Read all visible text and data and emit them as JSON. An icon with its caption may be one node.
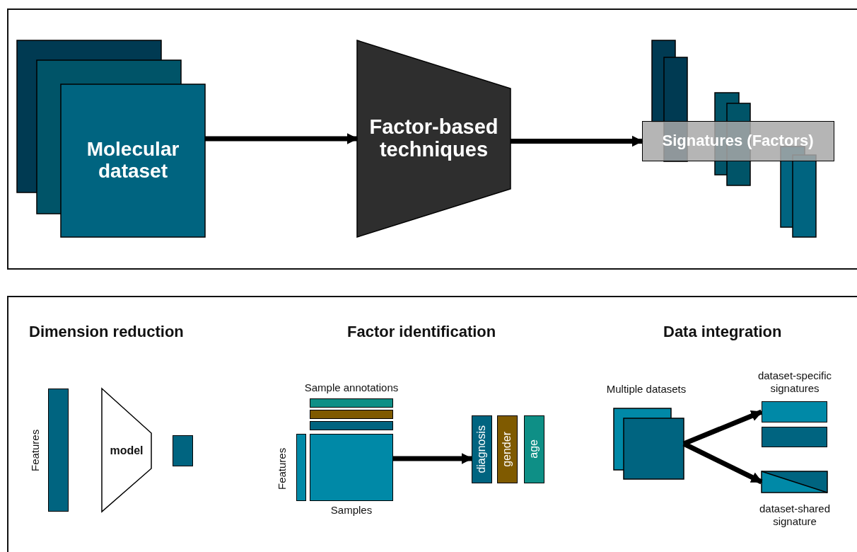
{
  "diagram": {
    "nodes": [
      {
        "text": [],
        "shape": "box"
      },
      {
        "text": [
          "Molecular dataset"
        ],
        "in": 0
      },
      {
        "text": [
          "Factor-based techniques"
        ],
        "in": 0
      },
      {
        "text": [
          "Signatures (Factors)"
        ],
        "in": 0
      },
      {
        "text": [],
        "shape": "box"
      },
      {
        "text": [],
        "shape": "box",
        "in": 4,
        "beside": [
          "Features"
        ]
      },
      {
        "text": [
          "model"
        ],
        "in": 4
      },
      {
        "text": [],
        "shape": "box",
        "in": 4
      },
      {
        "text": [],
        "shape": "box",
        "in": 4
      },
      {
        "text": [],
        "shape": "box",
        "in": 4
      },
      {
        "text": [],
        "shape": "box",
        "in": 4
      },
      {
        "text": [],
        "shape": "box",
        "in": 4,
        "beside": [
          "Features"
        ]
      },
      {
        "text": [],
        "shape": "box",
        "in": 4
      },
      {
        "text": [
          "diagnosis"
        ],
        "in": 4
      },
      {
        "text": [
          "gender"
        ],
        "in": 4
      },
      {
        "text": [
          "age"
        ],
        "in": 4
      },
      {
        "text": [],
        "shape": "box",
        "in": 4
      },
      {
        "text": [],
        "shape": "box",
        "in": 4
      },
      {
        "text": [],
        "shape": "box",
        "in": 4
      },
      {
        "text": [],
        "shape": "box",
        "in": 4
      }
    ],
    "edges": [
      {
        "from": 1,
        "to": 2,
        "arrow": "to"
      },
      {
        "from": 2,
        "to": 3,
        "arrow": "to"
      },
      {
        "from": 12,
        "to": 13,
        "arrow": "to"
      },
      {
        "from": 16,
        "to": 17,
        "arrow": "to"
      },
      {
        "from": 16,
        "to": 19,
        "arrow": "to"
      }
    ],
    "labels": [
      "Dimension reduction",
      "Factor identification",
      "Data integration",
      "Sample annotations",
      "Samples",
      "Multiple datasets",
      "dataset-specific signatures",
      "dataset-shared signature"
    ]
  }
}
